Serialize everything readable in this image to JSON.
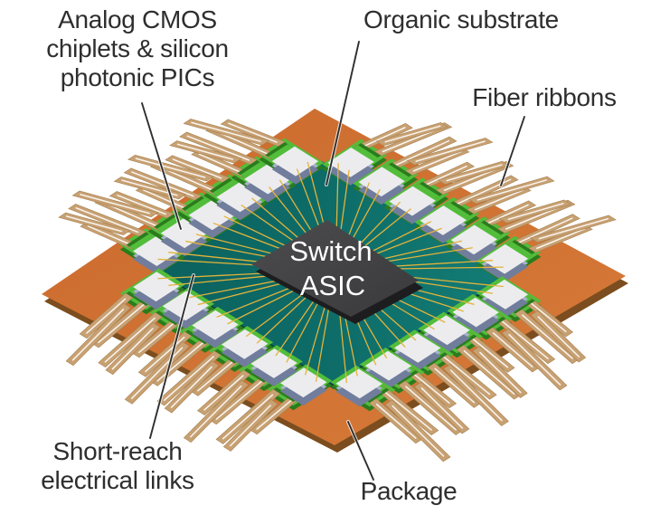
{
  "labels": {
    "chiplets_lines": [
      "Analog CMOS",
      "chiplets & silicon",
      "photonic PICs"
    ],
    "organic": "Organic substrate",
    "fiber": "Fiber ribbons",
    "short_reach_lines": [
      "Short-reach",
      "electrical links"
    ],
    "package": "Package"
  },
  "asic": {
    "line1": "Switch",
    "line2": "ASIC"
  },
  "colors": {
    "background": "#ffffff",
    "package_top": "#cb6b2e",
    "package_top_light": "#d67a38",
    "package_side": "#7c4d1e",
    "substrate_top": "#0e6e6a",
    "substrate_top_dark": "#0b615d",
    "substrate_top_light": "#147c75",
    "substrate_side": "#073f3c",
    "asic_top": "#3a3a3c",
    "asic_top_light": "#4c4c4e",
    "asic_side": "#1d1d1f",
    "asic_text": "#ffffff",
    "trace_yellow": "#e2b33c",
    "board_green": "#52bd3a",
    "board_green_dark": "#2a7c1d",
    "chip_white": "#ececee",
    "chip_side_lavender": "#a9b2ca",
    "pic_side": "#717d9c",
    "ribbon_tan": "#c8a173",
    "ribbon_edge": "#a5804f",
    "ribbon_stripe": "#ffffff",
    "label_text": "#2e2e2e",
    "leader_line": "#2f2f2f",
    "leader_casing": "#ffffff"
  }
}
